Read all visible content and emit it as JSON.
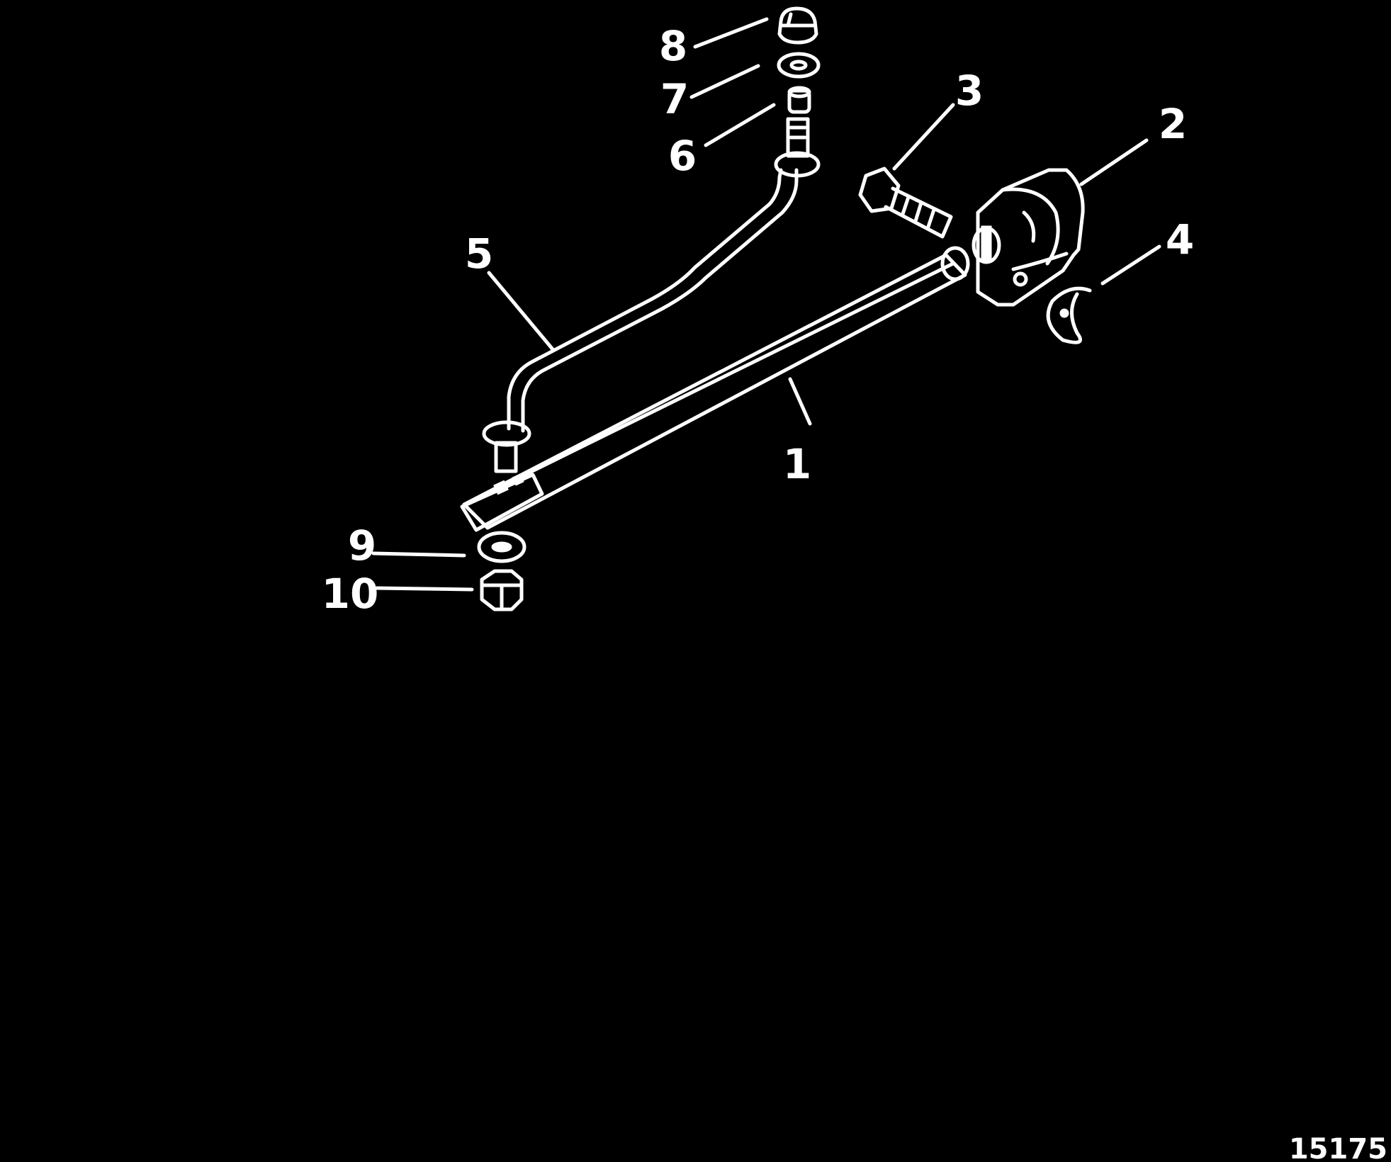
{
  "diagram": {
    "background_color": "#000000",
    "line_color": "#ffffff",
    "callouts": [
      {
        "id": "1",
        "label": "1"
      },
      {
        "id": "2",
        "label": "2"
      },
      {
        "id": "3",
        "label": "3"
      },
      {
        "id": "4",
        "label": "4"
      },
      {
        "id": "5",
        "label": "5"
      },
      {
        "id": "6",
        "label": "6"
      },
      {
        "id": "7",
        "label": "7"
      },
      {
        "id": "8",
        "label": "8"
      },
      {
        "id": "9",
        "label": "9"
      },
      {
        "id": "10",
        "label": "10"
      }
    ],
    "figure_id": "15175"
  }
}
